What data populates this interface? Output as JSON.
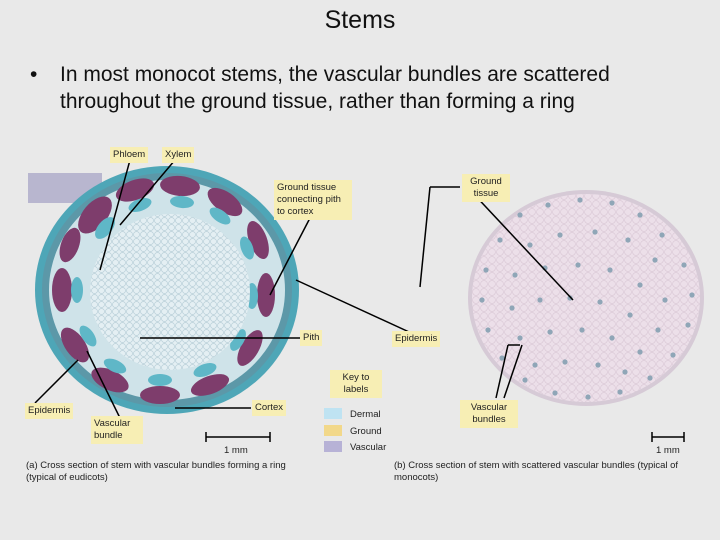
{
  "slide": {
    "title": "Stems",
    "bullet_marker": "•",
    "bullet_text": "In most monocot stems, the vascular bundles are scattered throughout the ground tissue, rather than forming a ring"
  },
  "labels": {
    "phloem": "Phloem",
    "xylem": "Xylem",
    "ground_tissue_connecting": "Ground tissue connecting pith to cortex",
    "ground_tissue": "Ground tissue",
    "pith": "Pith",
    "epidermis_right": "Epidermis",
    "epidermis_left": "Epidermis",
    "cortex": "Cortex",
    "vascular_bundle": "Vascular bundle",
    "vascular_bundles": "Vascular bundles"
  },
  "key": {
    "title": "Key to labels",
    "items": [
      {
        "label": "Dermal",
        "color": "#bfe3f2"
      },
      {
        "label": "Ground",
        "color": "#f2d88a"
      },
      {
        "label": "Vascular",
        "color": "#b7b2d6"
      }
    ]
  },
  "scale": {
    "left": "1 mm",
    "right": "1 mm"
  },
  "captions": {
    "a": "(a) Cross section of stem with vascular bundles forming a ring (typical of eudicots)",
    "b": "(b) Cross section of stem with scattered vascular bundles (typical of monocots)"
  },
  "colors": {
    "eudicot_epidermis": "#3e9fb4",
    "eudicot_bundle": "#7e3d6c",
    "eudicot_pith": "#e4eff3",
    "monocot_ground": "#ecdfe9",
    "monocot_bundle": "#8fa6b7",
    "label_bg": "#f7eeb4"
  }
}
